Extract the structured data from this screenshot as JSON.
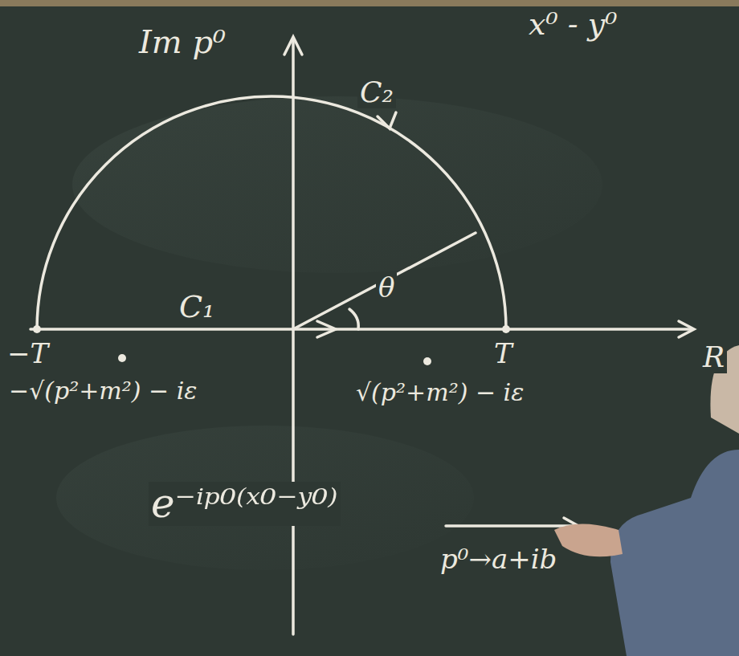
{
  "diagram": {
    "labels": [
      "Im p⁰",
      "x⁰ - y⁰",
      "C₂",
      "θ",
      "C₁",
      "−T",
      "T",
      "R",
      "−√(p²+m²) − iε",
      "√(p²+m²) − iε",
      "e⁻ⁱᵖ⁰⁽ˣ⁰⁻ʸ⁰⁾",
      "p⁰→a+ib"
    ]
  }
}
